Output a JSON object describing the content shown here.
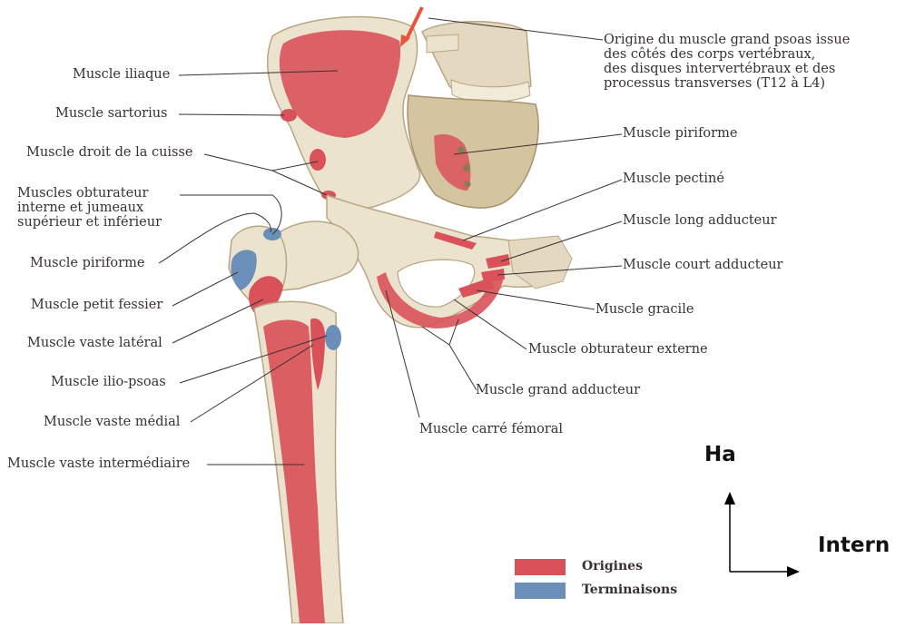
{
  "labels": {
    "iliaque": "Muscle iliaque",
    "sartorius": "Muscle sartorius",
    "droit": "Muscle droit de la cuisse",
    "obturateur_interne": "Muscles obturateur\ninterne et jumeaux\nsupérieur et inférieur",
    "piriforme_left": "Muscle piriforme",
    "petit_fessier": "Muscle petit fessier",
    "vaste_lateral": "Muscle vaste latéral",
    "ilio_psoas": "Muscle ilio-psoas",
    "vaste_medial": "Muscle vaste médial",
    "vaste_intermediaire": "Muscle vaste intermédiaire",
    "psoas_origin": "Origine du muscle grand psoas issue\ndes côtés des corps vertébraux,\ndes disques intervertébraux et des\nprocessus transverses (T12 à L4)",
    "piriforme_right": "Muscle piriforme",
    "pectine": "Muscle pectiné",
    "long_adducteur": "Muscle long adducteur",
    "court_adducteur": "Muscle court adducteur",
    "gracile": "Muscle gracile",
    "obturateur_externe": "Muscle obturateur externe",
    "grand_adducteur": "Muscle grand adducteur",
    "carre_femoral": "Muscle carré fémoral"
  },
  "legend": {
    "origines": "Origines",
    "terminaisons": "Terminaisons",
    "origines_color": "#d9525a",
    "terminaisons_color": "#6a8fb8"
  },
  "orientation": {
    "up": "Ha",
    "right": "Intern"
  },
  "colors": {
    "bone": "#ece3cf",
    "bone_shadow": "#c9b896",
    "origin": "#d9525a",
    "insertion": "#6a8fb8",
    "arrow": "#e8553f"
  }
}
